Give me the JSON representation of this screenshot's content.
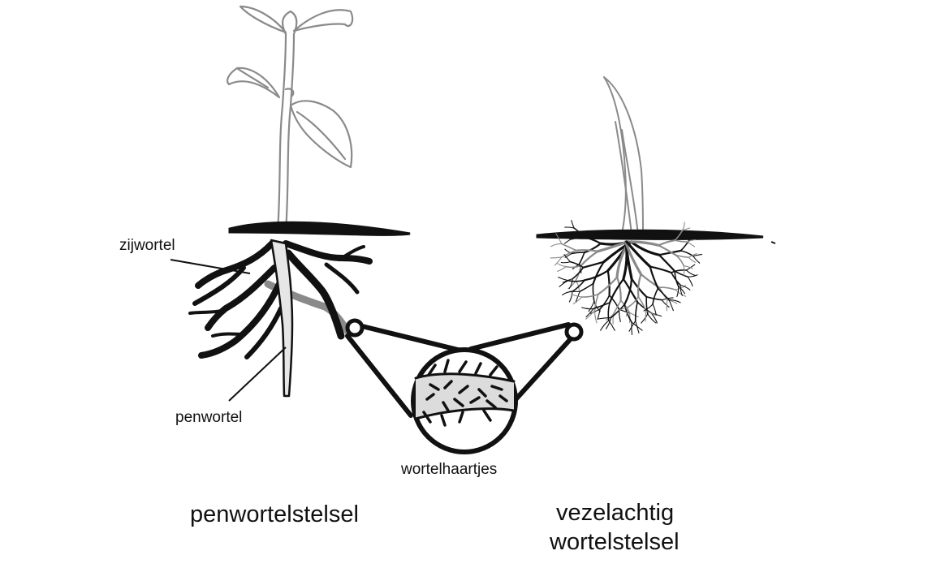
{
  "labels": {
    "side_root": "zijwortel",
    "taproot": "penwortel",
    "root_hairs": "wortelhaartjes"
  },
  "captions": {
    "taproot_system": "penwortelstelsel",
    "fibrous_system_line1": "vezelachtig",
    "fibrous_system_line2": "wortelstelsel"
  },
  "colors": {
    "ink": "#111111",
    "plant_grey": "#8a8a8a",
    "taproot_fill": "#e6e6e6"
  }
}
